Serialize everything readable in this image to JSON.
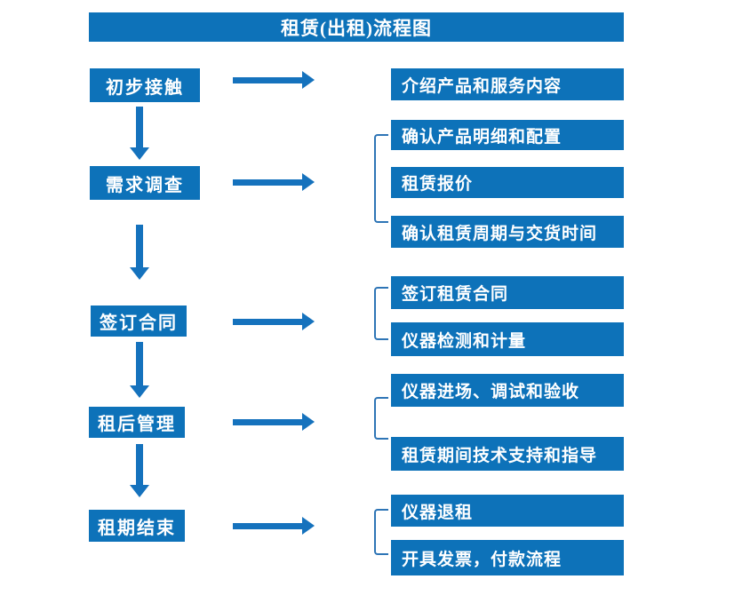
{
  "title": "租赁(出租)流程图",
  "colors": {
    "primary": "#0d72b9",
    "arrow": "#1572bd",
    "bracket": "#2e75b6",
    "text_on_primary": "#ffffff"
  },
  "stages": [
    {
      "label": "初步接触",
      "outputs": [
        "介绍产品和服务内容"
      ]
    },
    {
      "label": "需求调查",
      "outputs": [
        "确认产品明细和配置",
        "租赁报价",
        "确认租赁周期与交货时间"
      ]
    },
    {
      "label": "签订合同",
      "outputs": [
        "签订租赁合同",
        "仪器检测和计量"
      ]
    },
    {
      "label": "租后管理",
      "outputs": [
        "仪器进场、调试和验收",
        "租赁期间技术支持和指导"
      ]
    },
    {
      "label": "租期结束",
      "outputs": [
        "仪器退租",
        "开具发票，付款流程"
      ]
    }
  ]
}
